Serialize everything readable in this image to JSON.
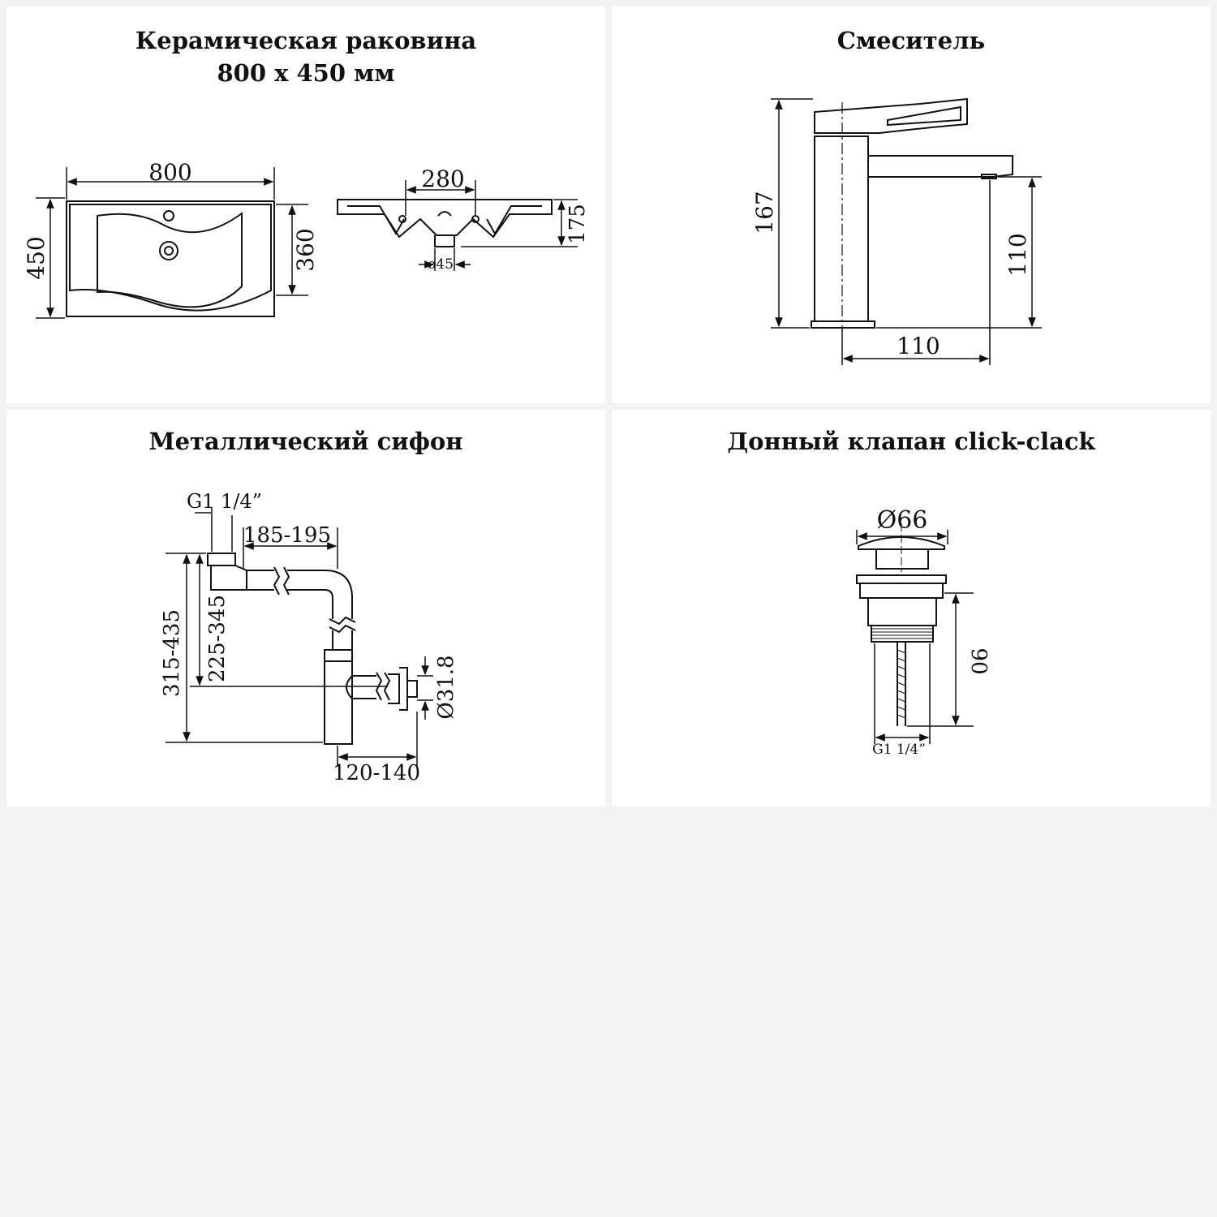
{
  "panels": {
    "sink": {
      "title_line1": "Керамическая раковина",
      "title_line2": "800 x 450 мм",
      "dims": {
        "width": "800",
        "depth": "450",
        "bowl_depth": "360",
        "tap_spacing": "280",
        "height": "175",
        "drain": "ø45"
      }
    },
    "mixer": {
      "title": "Смеситель",
      "dims": {
        "height": "167",
        "spout_height": "110",
        "spout_reach": "110"
      }
    },
    "siphon": {
      "title": "Металлический сифон",
      "dims": {
        "thread": "G1 1/4”",
        "outlet_offset": "185-195",
        "total_height": "315-435",
        "inlet_height": "225-345",
        "outlet_diameter": "Ø31.8",
        "depth": "120-140"
      }
    },
    "valve": {
      "title": "Донный клапан click-clack",
      "dims": {
        "diameter": "Ø66",
        "length": "90",
        "thread": "G1 1/4”"
      }
    }
  },
  "colors": {
    "background": "#f3f3f3",
    "panel": "#ffffff",
    "line": "#111111"
  }
}
